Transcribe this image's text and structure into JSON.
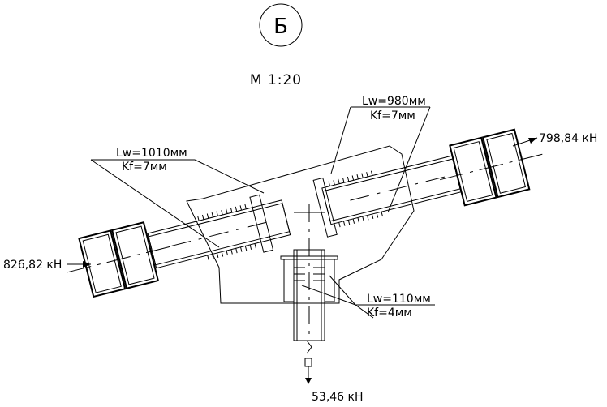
{
  "section_mark": "Б",
  "scale": "М 1:20",
  "weld_top_right": {
    "length": "Lw=980мм",
    "leg": "Kf=7мм"
  },
  "weld_top_left": {
    "length": "Lw=1010мм",
    "leg": "Kf=7мм"
  },
  "weld_bottom": {
    "length": "Lw=110мм",
    "leg": "Kf=4мм"
  },
  "force_right": "798,84 кН",
  "force_left": "826,82 кН",
  "force_bottom": "53,46 кН"
}
